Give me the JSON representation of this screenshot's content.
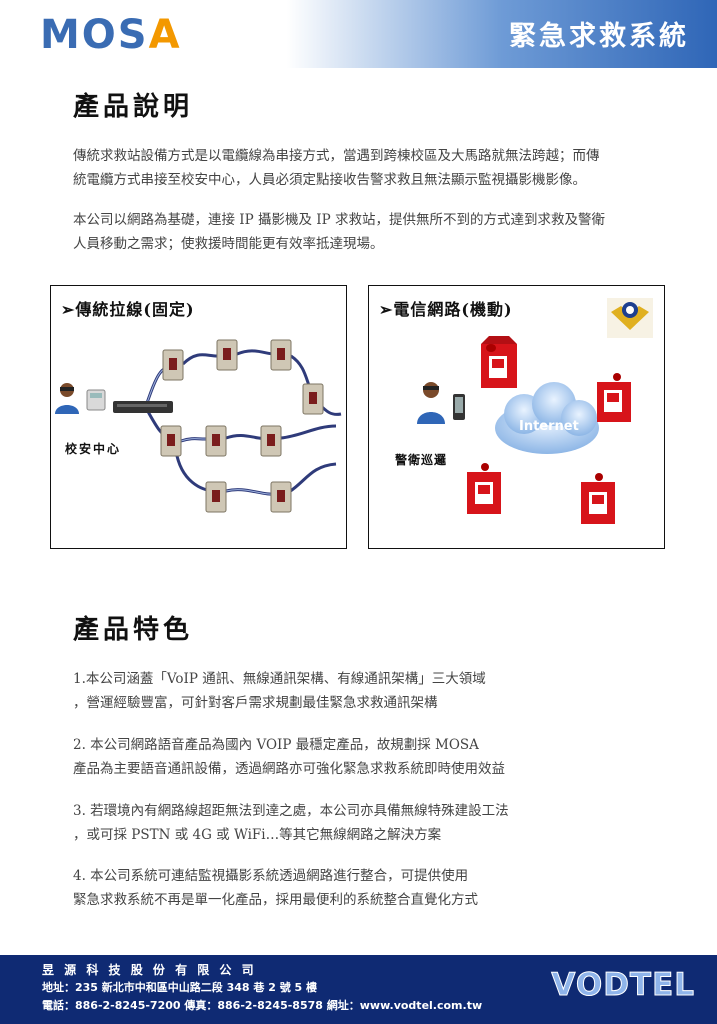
{
  "header": {
    "logo_main": "MOS",
    "logo_accent": "A",
    "system_title": "緊急求救系統"
  },
  "section1": {
    "title": "產品說明",
    "para1_line1": "傳統求救站設備方式是以電纜線為串接方式，當遇到跨棟校區及大馬路就無法跨越；而傳",
    "para1_line2": "統電纜方式串接至校安中心，人員必須定點接收告警求救且無法顯示監視攝影機影像。",
    "para2_line1": "本公司以網路為基礎，連接 IP 攝影機及 IP 求救站，提供無所不到的方式達到求救及警衛",
    "para2_line2": "人員移動之需求；使救援時間能更有效率抵達現場。"
  },
  "diagram_left": {
    "title": "➢傳統拉線(固定)",
    "center_label": "校安中心"
  },
  "diagram_right": {
    "title": "➢電信網路(機動)",
    "cloud_label": "Internet",
    "guard_label": "警衛巡邏"
  },
  "section2": {
    "title": "產品特色",
    "f1_line1": "1.本公司涵蓋「VoIP 通訊、無線通訊架構、有線通訊架構」三大領域",
    "f1_line2": "，營運經驗豐富，可針對客戶需求規劃最佳緊急求救通訊架構",
    "f2_line1": "2.  本公司網路語音產品為國內 VOIP 最穩定產品，故規劃採 MOSA",
    "f2_line2": "產品為主要語音通訊設備，透過網路亦可強化緊急求救系統即時使用效益",
    "f3_line1": "3.  若環境內有網路線超距無法到達之處，本公司亦具備無線特殊建設工法",
    "f3_line2": "，或可採 PSTN 或 4G 或 WiFi…等其它無線網路之解決方案",
    "f4_line1": "4.  本公司系統可連結監視攝影系統透過網路進行整合，可提供使用",
    "f4_line2": "緊急求救系統不再是單一化產品，採用最便利的系統整合直覺化方式"
  },
  "footer": {
    "company": "昱 源 科 技 股 份 有 限 公 司",
    "address": "地址：235  新北市中和區中山路二段 348 巷 2 號 5 樓",
    "contact": "電話：886-2-8245-7200    傳真：886-2-8245-8578    網址：www.vodtel.com.tw",
    "brand": "VODTEL"
  },
  "colors": {
    "header_blue": "#2f66b7",
    "footer_navy": "#0f2a73",
    "logo_orange": "#f39800",
    "station_red": "#d7141a"
  }
}
